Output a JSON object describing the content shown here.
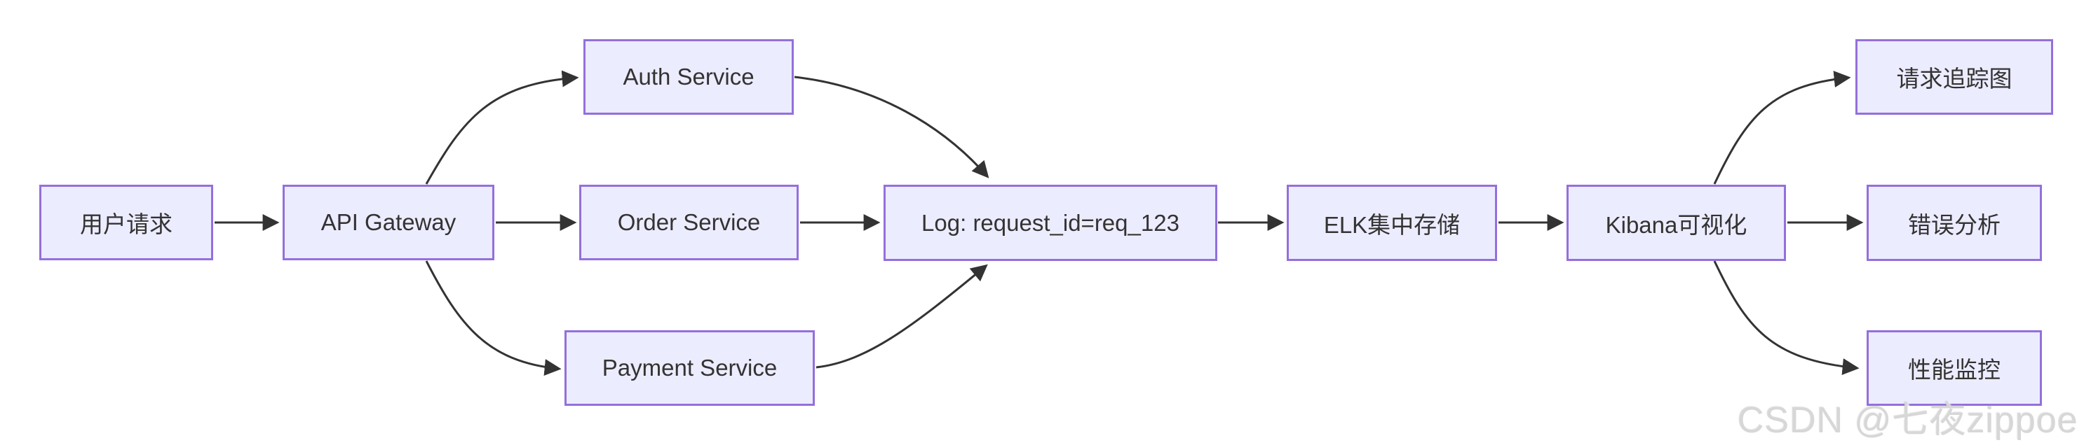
{
  "diagram": {
    "type": "flowchart-lr",
    "nodes": [
      {
        "id": "user-request",
        "label": "用户请求"
      },
      {
        "id": "api-gateway",
        "label": "API Gateway"
      },
      {
        "id": "auth-service",
        "label": "Auth Service"
      },
      {
        "id": "order-service",
        "label": "Order Service"
      },
      {
        "id": "payment-service",
        "label": "Payment Service"
      },
      {
        "id": "log",
        "label": "Log: request_id=req_123"
      },
      {
        "id": "elk-storage",
        "label": "ELK集中存储"
      },
      {
        "id": "kibana",
        "label": "Kibana可视化"
      },
      {
        "id": "trace-chart",
        "label": "请求追踪图"
      },
      {
        "id": "error-analysis",
        "label": "错误分析"
      },
      {
        "id": "perf-monitor",
        "label": "性能监控"
      }
    ],
    "edges": [
      {
        "from": "用户请求",
        "to": "API Gateway"
      },
      {
        "from": "API Gateway",
        "to": "Auth Service"
      },
      {
        "from": "API Gateway",
        "to": "Order Service"
      },
      {
        "from": "API Gateway",
        "to": "Payment Service"
      },
      {
        "from": "Auth Service",
        "to": "Log: request_id=req_123"
      },
      {
        "from": "Order Service",
        "to": "Log: request_id=req_123"
      },
      {
        "from": "Payment Service",
        "to": "Log: request_id=req_123"
      },
      {
        "from": "Log: request_id=req_123",
        "to": "ELK集中存储"
      },
      {
        "from": "ELK集中存储",
        "to": "Kibana可视化"
      },
      {
        "from": "Kibana可视化",
        "to": "请求追踪图"
      },
      {
        "from": "Kibana可视化",
        "to": "错误分析"
      },
      {
        "from": "Kibana可视化",
        "to": "性能监控"
      }
    ],
    "colors": {
      "node_fill": "#ECECFF",
      "node_border": "#9370DB",
      "edge": "#333333",
      "text": "#333333",
      "watermark": "#D7D7D7"
    }
  },
  "watermark": {
    "text": "CSDN @七夜zippoe"
  }
}
